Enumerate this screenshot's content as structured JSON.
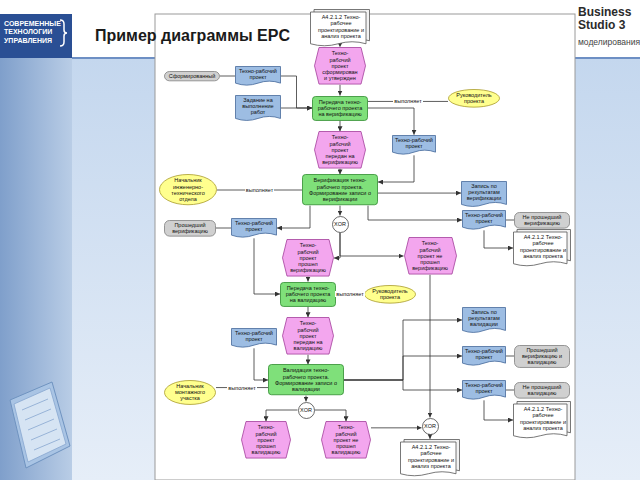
{
  "diagram": {
    "title": "Пример диаграммы EPC",
    "nodes": [
      {
        "text": [
          "А4.2.1.2 Техно-рабочее проектирование и анализ проекта"
        ]
      },
      {
        "text": [
          "Техно-рабочий проект сформирован и утвержден"
        ]
      },
      {
        "text": [
          "Сформированный"
        ]
      },
      {
        "text": [
          "Техно-рабочий проект"
        ]
      },
      {
        "text": [
          "Задание на выполнение работ"
        ]
      },
      {
        "text": [
          "Передача техно-рабочего проекта на верификацию"
        ]
      },
      {
        "text": [
          "Руководитель проекта"
        ]
      },
      {
        "text": [
          "Техно-рабочий проект"
        ]
      },
      {
        "text": [
          "Техно-рабочий проект передан на верификацию"
        ]
      },
      {
        "text": [
          "Начальник инженерно-технического отдела"
        ]
      },
      {
        "text": [
          "Верификация техно-рабочего проекта. Формирование записи о верификации"
        ]
      },
      {
        "text": [
          "Запись по результатам верификации"
        ]
      },
      {
        "text": [
          "Прошедший верификацию"
        ]
      },
      {
        "text": [
          "Техно-рабочий проект"
        ]
      },
      {
        "text": [
          "Техно-рабочий проект"
        ]
      },
      {
        "text": [
          "Не прошедший верификацию"
        ]
      },
      {
        "text": [
          "А4.2.1.2 Техно-рабочее проектирование и анализ проекта"
        ]
      },
      {
        "text": [
          "XOR"
        ]
      },
      {
        "text": [
          "Техно-рабочий проект прошел верификацию"
        ]
      },
      {
        "text": [
          "Техно-рабочий проект не прошел верификацию"
        ]
      },
      {
        "text": [
          "Руководитель проекта"
        ]
      },
      {
        "text": [
          "Передача техно-рабочего проекта на валидацию"
        ]
      },
      {
        "text": [
          "Техно-рабочий проект"
        ]
      },
      {
        "text": [
          "Техно-рабочий проект передан на валидацию"
        ]
      },
      {
        "text": [
          "Запись по результатам валидации"
        ]
      },
      {
        "text": [
          "Начальник монтажного участка"
        ]
      },
      {
        "text": [
          "Валидация техно-рабочего проекта. Формирование записи о валидации"
        ]
      },
      {
        "text": [
          "Техно-рабочий проект"
        ]
      },
      {
        "text": [
          "Прошедший верификацию и валидацию"
        ]
      },
      {
        "text": [
          "Техно-рабочий проект"
        ]
      },
      {
        "text": [
          "Не прошедший валидацию"
        ]
      },
      {
        "text": [
          "А4.2.1.2 Техно-рабочее проектирование и анализ проекта"
        ]
      },
      {
        "text": [
          "XOR"
        ]
      },
      {
        "text": [
          "Техно-рабочий проект прошел валидацию"
        ]
      },
      {
        "text": [
          "Техно-рабочий проект не прошел валидацию"
        ]
      },
      {
        "text": [
          "XOR"
        ]
      },
      {
        "text": [
          "А4.2.1.2 Техно-рабочее проектирование и анализ проекта"
        ]
      }
    ],
    "edges": [
      {
        "from": 0,
        "to": 1,
        "arrow": "to"
      },
      {
        "from": 1,
        "to": 5,
        "arrow": "to"
      },
      {
        "from": 2,
        "to": 3,
        "arrow": "none"
      },
      {
        "from": 3,
        "to": 5,
        "arrow": "to"
      },
      {
        "from": 4,
        "to": 5,
        "arrow": "to"
      },
      {
        "from": 6,
        "to": 5,
        "label": "выполняет",
        "arrow": "none"
      },
      {
        "from": 5,
        "to": 7,
        "arrow": "to"
      },
      {
        "from": 5,
        "to": 8,
        "arrow": "to"
      },
      {
        "from": 8,
        "to": 10,
        "arrow": "to"
      },
      {
        "from": 7,
        "to": 10,
        "arrow": "to"
      },
      {
        "from": 9,
        "to": 10,
        "label": "выполняет",
        "arrow": "none"
      },
      {
        "from": 10,
        "to": 11,
        "arrow": "to"
      },
      {
        "from": 10,
        "to": 14,
        "arrow": "to"
      },
      {
        "from": 14,
        "to": 15,
        "arrow": "none"
      },
      {
        "from": 14,
        "to": 16,
        "arrow": "to"
      },
      {
        "from": 10,
        "to": 13,
        "arrow": "to"
      },
      {
        "from": 12,
        "to": 13,
        "arrow": "none"
      },
      {
        "from": 10,
        "to": 17,
        "arrow": "to"
      },
      {
        "from": 17,
        "to": 18,
        "arrow": "to"
      },
      {
        "from": 17,
        "to": 19,
        "arrow": "to"
      },
      {
        "from": 18,
        "to": 21,
        "arrow": "to"
      },
      {
        "from": 13,
        "to": 21,
        "arrow": "to"
      },
      {
        "from": 20,
        "to": 21,
        "label": "выполняет",
        "arrow": "none"
      },
      {
        "from": 21,
        "to": 23,
        "arrow": "to"
      },
      {
        "from": 22,
        "to": 26,
        "arrow": "to"
      },
      {
        "from": 23,
        "to": 26,
        "arrow": "to"
      },
      {
        "from": 25,
        "to": 26,
        "label": "выполняет",
        "arrow": "none"
      },
      {
        "from": 26,
        "to": 24,
        "arrow": "to"
      },
      {
        "from": 26,
        "to": 27,
        "arrow": "to"
      },
      {
        "from": 26,
        "to": 29,
        "arrow": "to"
      },
      {
        "from": 27,
        "to": 28,
        "arrow": "none"
      },
      {
        "from": 29,
        "to": 30,
        "arrow": "none"
      },
      {
        "from": 29,
        "to": 31,
        "arrow": "to"
      },
      {
        "from": 26,
        "to": 32,
        "arrow": "to"
      },
      {
        "from": 32,
        "to": 33,
        "arrow": "to"
      },
      {
        "from": 32,
        "to": 34,
        "arrow": "to"
      },
      {
        "from": 34,
        "to": 35,
        "arrow": "to"
      },
      {
        "from": 19,
        "to": 35,
        "arrow": "to"
      },
      {
        "from": 35,
        "to": 36,
        "arrow": "to"
      }
    ],
    "labels": [
      "СОВРЕМЕННЫЕ ТЕХНОЛОГИИ УПРАВЛЕНИЯ",
      "Business Studio 3",
      "моделирования"
    ]
  }
}
